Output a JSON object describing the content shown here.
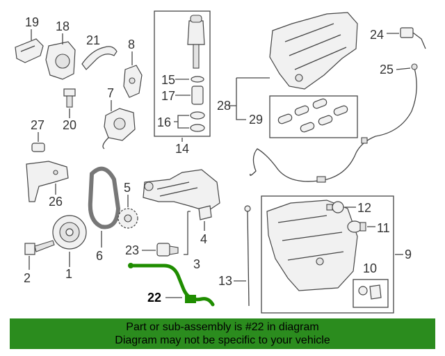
{
  "diagram": {
    "callouts": {
      "c1": "1",
      "c2": "2",
      "c3": "3",
      "c4": "4",
      "c5": "5",
      "c6": "6",
      "c7": "7",
      "c8": "8",
      "c9": "9",
      "c10": "10",
      "c11": "11",
      "c12": "12",
      "c13": "13",
      "c14": "14",
      "c15": "15",
      "c16": "16",
      "c17": "17",
      "c18": "18",
      "c19": "19",
      "c20": "20",
      "c21": "21",
      "c22": "22",
      "c23": "23",
      "c24": "24",
      "c25": "25",
      "c26": "26",
      "c27": "27",
      "c28": "28",
      "c29": "29"
    },
    "highlight_color": "#1f8d00"
  },
  "banner": {
    "line1": "Part or sub-assembly is #22 in diagram",
    "line2": "Diagram may not be specific to your vehicle",
    "color": "#2b8c1e"
  }
}
